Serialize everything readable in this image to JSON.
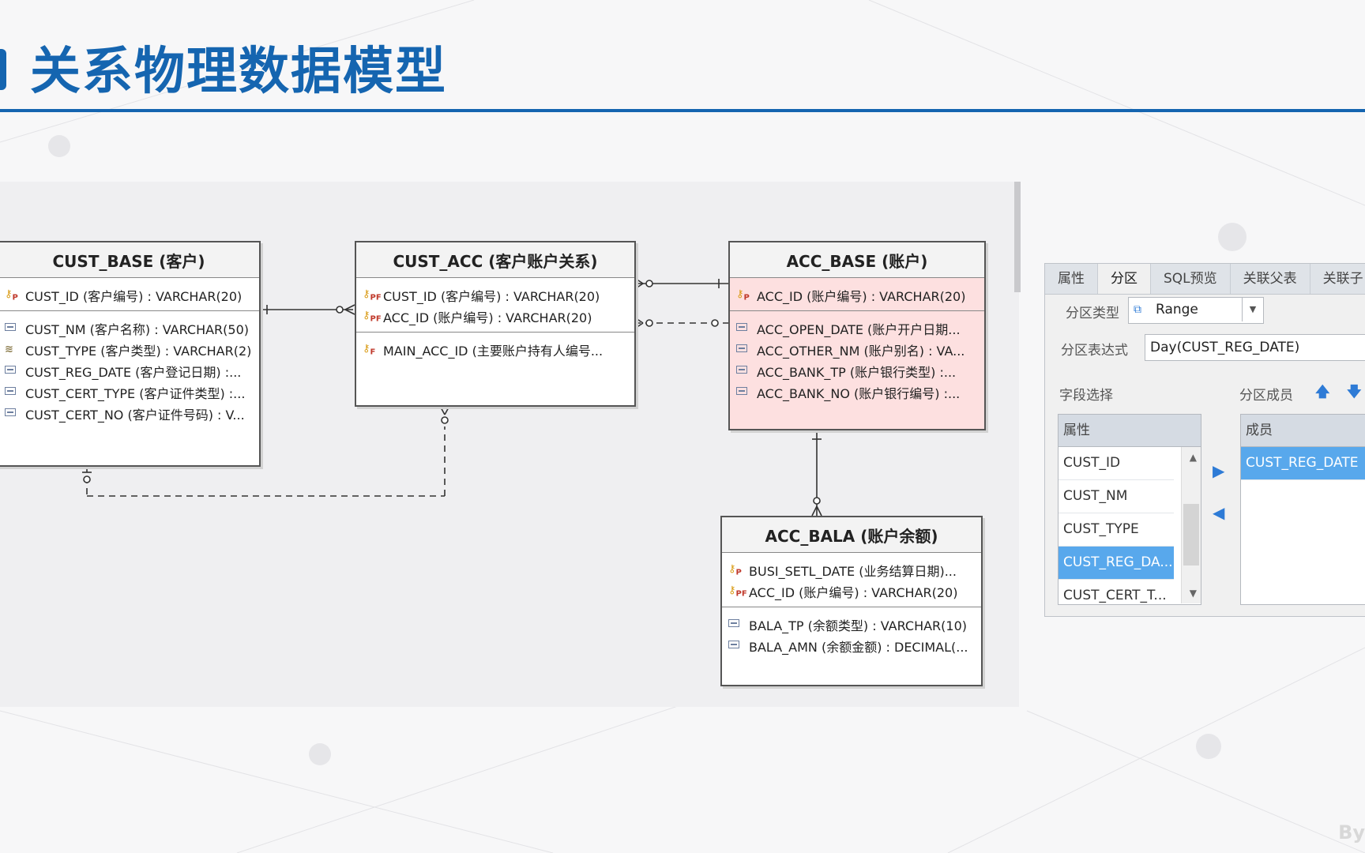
{
  "page": {
    "title": "关系物理数据模型",
    "watermark": "By"
  },
  "entities": {
    "cust_base": {
      "title": "CUST_BASE (客户)",
      "keys": [
        {
          "icon": "P",
          "text": "CUST_ID (客户编号) : VARCHAR(20)"
        }
      ],
      "attrs": [
        {
          "icon": "attr",
          "text": "CUST_NM (客户名称) : VARCHAR(50)"
        },
        {
          "icon": "attr-fk",
          "text": "CUST_TYPE (客户类型) : VARCHAR(2)"
        },
        {
          "icon": "attr",
          "text": "CUST_REG_DATE (客户登记日期) :..."
        },
        {
          "icon": "attr",
          "text": "CUST_CERT_TYPE (客户证件类型) :..."
        },
        {
          "icon": "attr",
          "text": "CUST_CERT_NO (客户证件号码) : V..."
        }
      ]
    },
    "cust_acc": {
      "title": "CUST_ACC (客户账户关系)",
      "keys": [
        {
          "icon": "PF",
          "text": "CUST_ID (客户编号) : VARCHAR(20)"
        },
        {
          "icon": "PF",
          "text": "ACC_ID (账户编号) : VARCHAR(20)"
        }
      ],
      "attrs": [
        {
          "icon": "F",
          "text": "MAIN_ACC_ID (主要账户持有人编号..."
        }
      ]
    },
    "acc_base": {
      "title": "ACC_BASE (账户)",
      "keys": [
        {
          "icon": "P",
          "text": "ACC_ID (账户编号) : VARCHAR(20)"
        }
      ],
      "attrs": [
        {
          "icon": "attr",
          "text": "ACC_OPEN_DATE (账户开户日期..."
        },
        {
          "icon": "attr",
          "text": "ACC_OTHER_NM (账户别名) : VA..."
        },
        {
          "icon": "attr",
          "text": "ACC_BANK_TP (账户银行类型) :..."
        },
        {
          "icon": "attr",
          "text": "ACC_BANK_NO (账户银行编号) :..."
        }
      ]
    },
    "acc_bala": {
      "title": "ACC_BALA (账户余额)",
      "keys": [
        {
          "icon": "P",
          "text": "BUSI_SETL_DATE (业务结算日期)..."
        },
        {
          "icon": "PF",
          "text": "ACC_ID (账户编号) : VARCHAR(20)"
        }
      ],
      "attrs": [
        {
          "icon": "attr",
          "text": "BALA_TP (余额类型) : VARCHAR(10)"
        },
        {
          "icon": "attr",
          "text": "BALA_AMN (余额金额) : DECIMAL(..."
        }
      ]
    }
  },
  "panel": {
    "tabs": [
      "属性",
      "分区",
      "SQL预览",
      "关联父表",
      "关联子"
    ],
    "active_tab": "分区",
    "partition_type_label": "分区类型",
    "partition_type_value": "Range",
    "expression_label": "分区表达式",
    "expression_value": "Day(CUST_REG_DATE)",
    "field_select_label": "字段选择",
    "members_label": "分区成员",
    "field_list_header": "属性",
    "field_list": [
      "CUST_ID",
      "CUST_NM",
      "CUST_TYPE",
      "CUST_REG_DA...",
      "CUST_CERT_T..."
    ],
    "field_selected_index": 3,
    "members_header": "成员",
    "members": [
      "CUST_REG_DATE"
    ]
  },
  "colors": {
    "brand": "#1565b0",
    "entity_highlight": "#fde0e0",
    "selection": "#58a8ec"
  }
}
